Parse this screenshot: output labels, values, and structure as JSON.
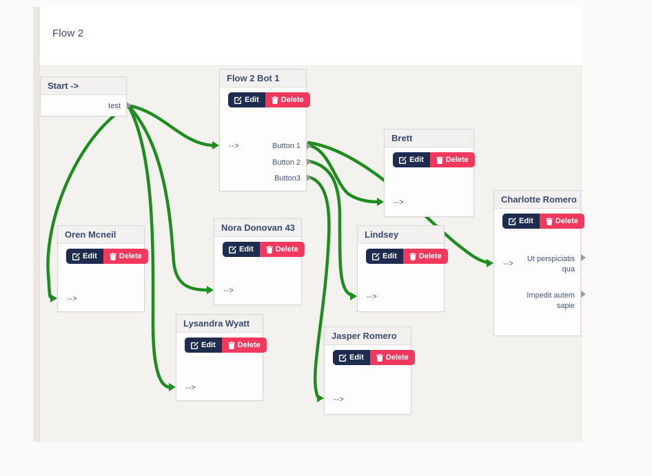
{
  "page": {
    "title": "Flow 2"
  },
  "actions": {
    "edit": "Edit",
    "delete": "Delete"
  },
  "colors": {
    "connection_green": "#1e8c1e",
    "edit_navy": "#1e2c4f",
    "delete_pink": "#f2385c",
    "node_title_navy": "#3b4a6e",
    "canvas_bg": "#f4f2ee"
  },
  "nodes": {
    "start": {
      "title": "Start ->",
      "output_label": "test"
    },
    "flow2bot1": {
      "title": "Flow 2 Bot 1",
      "input_label": "-->",
      "outputs": [
        "Button 1",
        "Button 2",
        "Button3"
      ]
    },
    "brett": {
      "title": "Brett",
      "input_label": "-->"
    },
    "charlotte": {
      "title": "Charlotte Romero",
      "input_label": "-->",
      "outputs": [
        "Ut perspiciatis qua",
        "Impedit autem sapie"
      ]
    },
    "oren": {
      "title": "Oren Mcneil",
      "input_label": "-->"
    },
    "nora": {
      "title": "Nora Donovan 43",
      "input_label": "-->"
    },
    "lindsey": {
      "title": "Lindsey",
      "input_label": "-->"
    },
    "lysandra": {
      "title": "Lysandra Wyatt",
      "input_label": "-->"
    },
    "jasper": {
      "title": "Jasper Romero",
      "input_label": "-->"
    }
  },
  "connections": [
    {
      "from": "start.test",
      "to": "flow2bot1.input"
    },
    {
      "from": "start.test",
      "to": "oren.input"
    },
    {
      "from": "start.test",
      "to": "nora.input"
    },
    {
      "from": "start.test",
      "to": "lysandra.input"
    },
    {
      "from": "flow2bot1.Button 1",
      "to": "brett.input"
    },
    {
      "from": "flow2bot1.Button 1",
      "to": "charlotte.input"
    },
    {
      "from": "flow2bot1.Button 2",
      "to": "lindsey.input"
    },
    {
      "from": "flow2bot1.Button3",
      "to": "jasper.input"
    }
  ]
}
